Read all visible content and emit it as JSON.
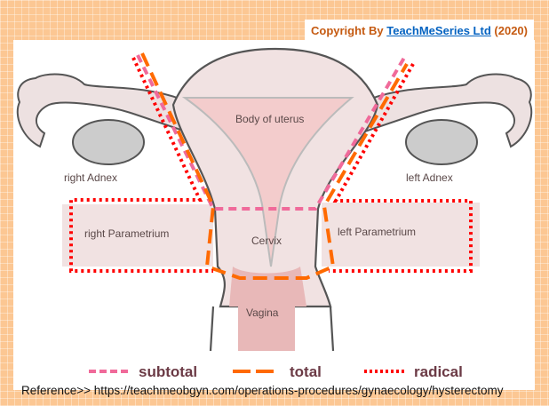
{
  "copyright": {
    "prefix": "Copyright By",
    "link": "TeachMeSeries Ltd",
    "suffix": "(2020)"
  },
  "labels": {
    "body": "Body of uterus",
    "right_adnex": "right Adnex",
    "left_adnex": "left Adnex",
    "right_param": "right Parametrium",
    "left_param": "left Parametrium",
    "cervix": "Cervix",
    "vagina": "Vagina"
  },
  "legend": [
    {
      "label": "subtotal",
      "color": "#f06a9a"
    },
    {
      "label": "total",
      "color": "#ff6a00"
    },
    {
      "label": "radical",
      "color": "#ff0000"
    }
  ],
  "reference": "Reference>> https://teachmeobgyn.com/operations-procedures/gynaecology/hysterectomy"
}
